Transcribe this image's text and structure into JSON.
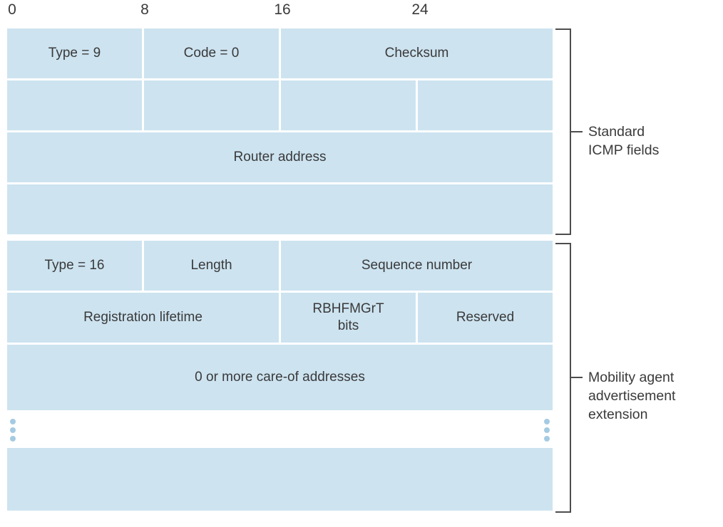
{
  "diagram": {
    "title_semantic": "ICMP router advertisement with mobility agent advertisement extension",
    "bit_labels": [
      "0",
      "8",
      "16",
      "24"
    ],
    "colors": {
      "cell_fill": "#cde3f0",
      "ellipsis_dot": "#a5cbe3",
      "bracket_line": "#4d4d4d",
      "text": "#3a3a3a",
      "background": "#ffffff"
    },
    "sections": [
      {
        "name": "standard-icmp-fields",
        "bracket_label": "Standard\nICMP fields",
        "rows": [
          {
            "cells": [
              {
                "label": "Type = 9",
                "bits": 8
              },
              {
                "label": "Code = 0",
                "bits": 8
              },
              {
                "label": "Checksum",
                "bits": 16
              }
            ]
          },
          {
            "cells": [
              {
                "label": "",
                "bits": 8
              },
              {
                "label": "",
                "bits": 8
              },
              {
                "label": "",
                "bits": 8
              },
              {
                "label": "",
                "bits": 8
              }
            ]
          },
          {
            "cells": [
              {
                "label": "Router address",
                "bits": 32
              }
            ]
          },
          {
            "cells": [
              {
                "label": "",
                "bits": 32
              }
            ]
          }
        ]
      },
      {
        "name": "mobility-agent-advertisement-extension",
        "bracket_label": "Mobility agent\nadvertisement\nextension",
        "rows": [
          {
            "cells": [
              {
                "label": "Type = 16",
                "bits": 8
              },
              {
                "label": "Length",
                "bits": 8
              },
              {
                "label": "Sequence number",
                "bits": 16
              }
            ]
          },
          {
            "cells": [
              {
                "label": "Registration lifetime",
                "bits": 16
              },
              {
                "label": "RBHFMGrT\nbits",
                "bits": 8
              },
              {
                "label": "Reserved",
                "bits": 8
              }
            ]
          },
          {
            "cells": [
              {
                "label": "0 or more care-of addresses",
                "bits": 32
              }
            ]
          },
          {
            "type": "ellipsis"
          },
          {
            "cells": [
              {
                "label": "",
                "bits": 32
              }
            ]
          }
        ]
      }
    ]
  }
}
